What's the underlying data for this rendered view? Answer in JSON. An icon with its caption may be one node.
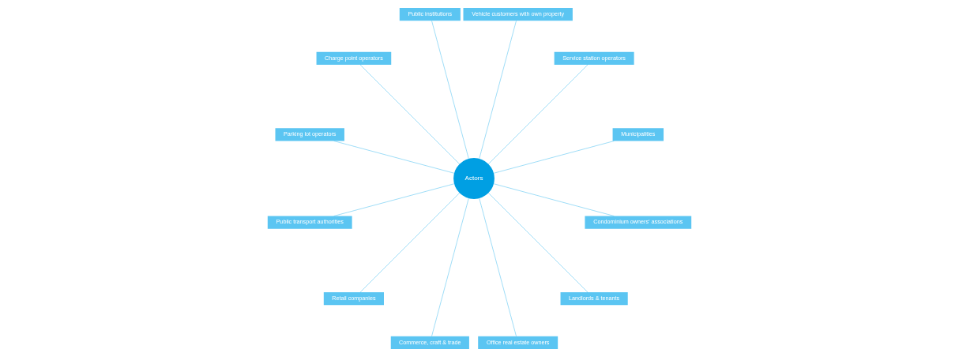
{
  "diagram": {
    "nodes": [
      {
        "text": [
          "Actors"
        ]
      },
      {
        "text": [
          "Municipalities"
        ]
      },
      {
        "text": [
          "Service station operators"
        ]
      },
      {
        "text": [
          "Vehicle customers with own property"
        ]
      },
      {
        "text": [
          "Public institutions"
        ]
      },
      {
        "text": [
          "Charge point operators"
        ]
      },
      {
        "text": [
          "Parking lot operators"
        ]
      },
      {
        "text": [
          "Public transport authorities"
        ]
      },
      {
        "text": [
          "Retail companies"
        ]
      },
      {
        "text": [
          "Commerce, craft & trade"
        ]
      },
      {
        "text": [
          "Office real estate owners"
        ]
      },
      {
        "text": [
          "Landlords & tenants"
        ]
      },
      {
        "text": [
          "Condominium owners‘ associations"
        ]
      }
    ],
    "edges": [
      {
        "from": 0,
        "to": 1,
        "arrow": "none"
      },
      {
        "from": 0,
        "to": 2,
        "arrow": "none"
      },
      {
        "from": 0,
        "to": 3,
        "arrow": "none"
      },
      {
        "from": 0,
        "to": 4,
        "arrow": "none"
      },
      {
        "from": 0,
        "to": 5,
        "arrow": "none"
      },
      {
        "from": 0,
        "to": 6,
        "arrow": "none"
      },
      {
        "from": 0,
        "to": 7,
        "arrow": "none"
      },
      {
        "from": 0,
        "to": 8,
        "arrow": "none"
      },
      {
        "from": 0,
        "to": 9,
        "arrow": "none"
      },
      {
        "from": 0,
        "to": 10,
        "arrow": "none"
      },
      {
        "from": 0,
        "to": 11,
        "arrow": "none"
      },
      {
        "from": 0,
        "to": 12,
        "arrow": "none"
      }
    ]
  }
}
